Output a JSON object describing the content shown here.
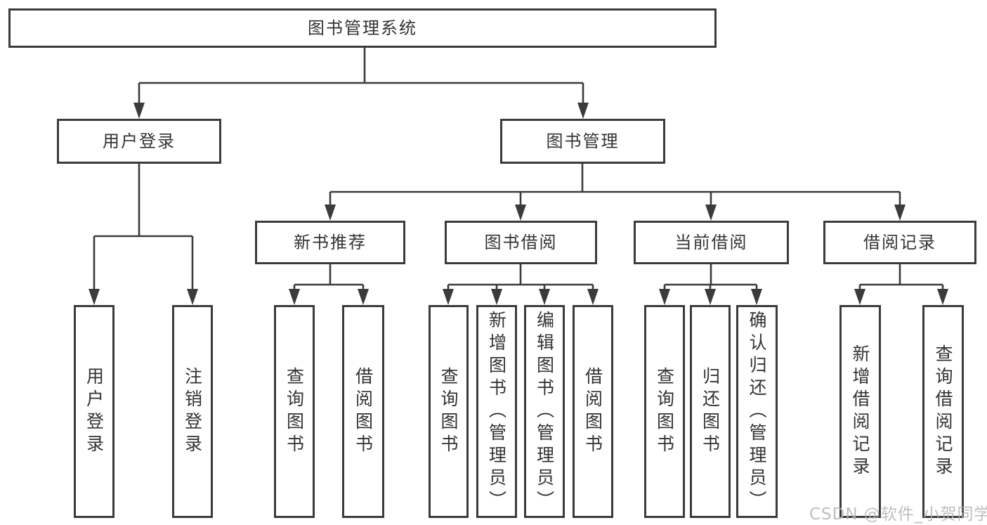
{
  "diagram": {
    "title": "图书管理系统",
    "watermark": "CSDN @软件_小贺同学",
    "colors": {
      "line": "#3b3b3b",
      "box_border": "#3b3b3b",
      "text": "#333333",
      "background": "#ffffff",
      "watermark": "#b3b3b3"
    },
    "nodes": [
      {
        "id": "root",
        "label": "图书管理系统",
        "level": 1,
        "children": [
          "user-login",
          "book-management"
        ]
      },
      {
        "id": "user-login",
        "label": "用户登录",
        "level": 2,
        "children": [
          "leaf-user-login",
          "leaf-logout"
        ]
      },
      {
        "id": "book-management",
        "label": "图书管理",
        "level": 2,
        "children": [
          "new-book-recommend",
          "book-borrow",
          "current-borrow",
          "borrow-records"
        ]
      },
      {
        "id": "new-book-recommend",
        "label": "新书推荐",
        "level": 3,
        "children": [
          "leaf-query-book-a",
          "leaf-borrow-book-a"
        ]
      },
      {
        "id": "book-borrow",
        "label": "图书借阅",
        "level": 3,
        "children": [
          "leaf-query-book-b",
          "leaf-add-book-admin",
          "leaf-edit-book-admin",
          "leaf-borrow-book-b"
        ]
      },
      {
        "id": "current-borrow",
        "label": "当前借阅",
        "level": 3,
        "children": [
          "leaf-query-book-c",
          "leaf-return-book",
          "leaf-confirm-return-admin"
        ]
      },
      {
        "id": "borrow-records",
        "label": "借阅记录",
        "level": 3,
        "children": [
          "leaf-add-borrow-record",
          "leaf-query-borrow-record"
        ]
      },
      {
        "id": "leaf-user-login",
        "label": "用户登录",
        "level": 4
      },
      {
        "id": "leaf-logout",
        "label": "注销登录",
        "level": 4
      },
      {
        "id": "leaf-query-book-a",
        "label": "查询图书",
        "level": 4
      },
      {
        "id": "leaf-borrow-book-a",
        "label": "借阅图书",
        "level": 4
      },
      {
        "id": "leaf-query-book-b",
        "label": "查询图书",
        "level": 4
      },
      {
        "id": "leaf-add-book-admin",
        "label": "新增图书（管理员）",
        "level": 4
      },
      {
        "id": "leaf-edit-book-admin",
        "label": "编辑图书（管理员）",
        "level": 4
      },
      {
        "id": "leaf-borrow-book-b",
        "label": "借阅图书",
        "level": 4
      },
      {
        "id": "leaf-query-book-c",
        "label": "查询图书",
        "level": 4
      },
      {
        "id": "leaf-return-book",
        "label": "归还图书",
        "level": 4
      },
      {
        "id": "leaf-confirm-return-admin",
        "label": "确认归还（管理员）",
        "level": 4
      },
      {
        "id": "leaf-add-borrow-record",
        "label": "新增借阅记录",
        "level": 4
      },
      {
        "id": "leaf-query-borrow-record",
        "label": "查询借阅记录",
        "level": 4
      }
    ],
    "connectors": [
      {
        "v": [
          519,
          68,
          118
        ],
        "bus": [
          198,
          830,
          118
        ],
        "drops": [
          [
            198,
            118,
            169
          ],
          [
            830,
            118,
            169
          ]
        ]
      },
      {
        "v": [
          198,
          233,
          336
        ],
        "bus": [
          134,
          274,
          336
        ],
        "drops": [
          [
            134,
            336,
            434
          ],
          [
            274,
            336,
            434
          ]
        ]
      },
      {
        "v": [
          829,
          233,
          273
        ],
        "bus": [
          470,
          1281,
          273
        ],
        "drops": [
          [
            470,
            273,
            314
          ],
          [
            741,
            273,
            314
          ],
          [
            1012,
            273,
            314
          ],
          [
            1281,
            273,
            314
          ]
        ]
      },
      {
        "v": [
          470,
          376,
          405
        ],
        "bus": [
          419,
          517,
          405
        ],
        "drops": [
          [
            419,
            405,
            434
          ],
          [
            517,
            405,
            434
          ]
        ]
      },
      {
        "v": [
          741,
          376,
          405
        ],
        "bus": [
          638,
          844,
          405
        ],
        "drops": [
          [
            638,
            405,
            434
          ],
          [
            707,
            405,
            434
          ],
          [
            775,
            405,
            434
          ],
          [
            844,
            405,
            434
          ]
        ]
      },
      {
        "v": [
          1012,
          376,
          405
        ],
        "bus": [
          946,
          1077,
          405
        ],
        "drops": [
          [
            946,
            405,
            434
          ],
          [
            1011,
            405,
            434
          ],
          [
            1077,
            405,
            434
          ]
        ]
      },
      {
        "v": [
          1281,
          376,
          405
        ],
        "bus": [
          1224,
          1342,
          405
        ],
        "drops": [
          [
            1224,
            405,
            434
          ],
          [
            1342,
            405,
            434
          ]
        ]
      }
    ]
  }
}
